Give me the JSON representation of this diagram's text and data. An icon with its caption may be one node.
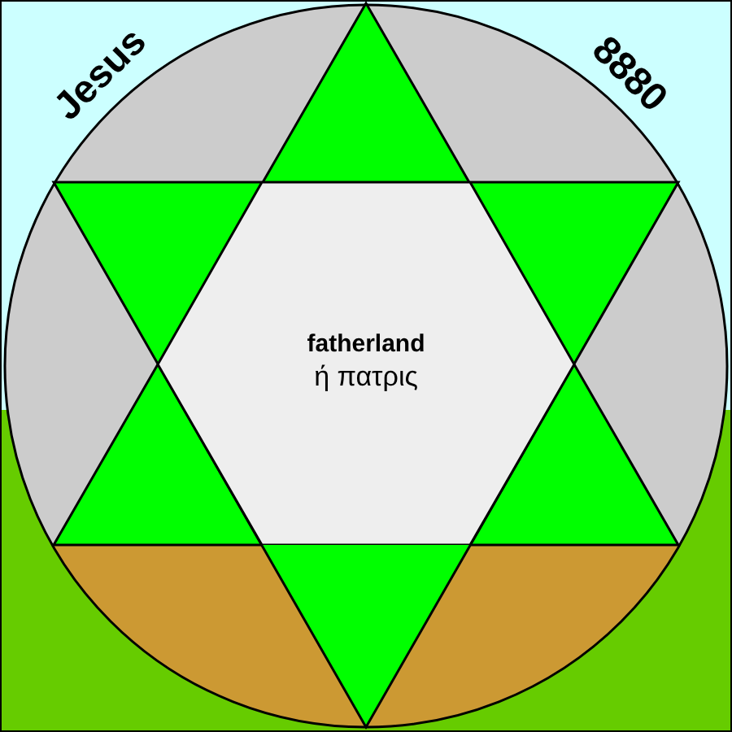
{
  "diagram": {
    "nodes": [
      {
        "text": [
          "fatherland",
          "ή πατρις"
        ]
      }
    ],
    "labels": [
      "Jesus",
      "8880"
    ]
  }
}
